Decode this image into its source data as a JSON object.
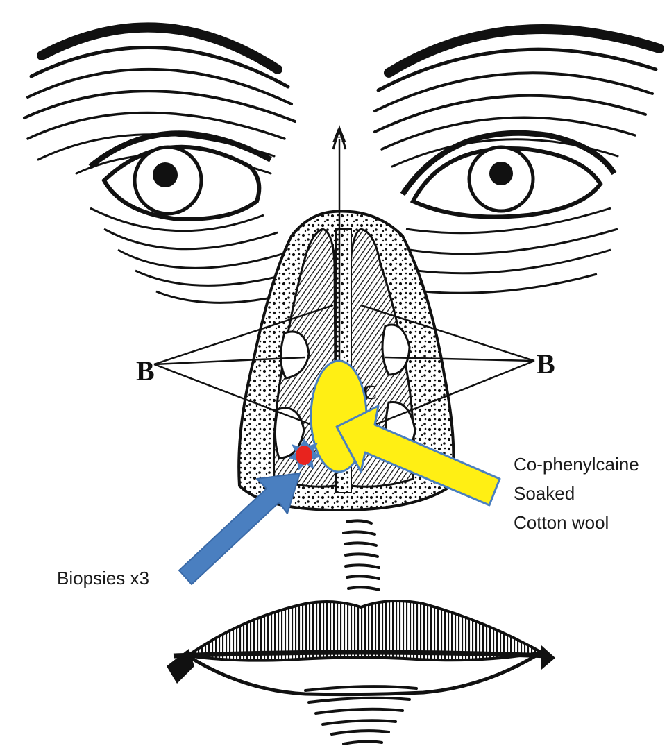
{
  "diagram": {
    "point_labels": {
      "a": "A",
      "b_left": "B",
      "b_right": "B",
      "c": "C"
    },
    "annotations": {
      "cotton_line1": "Co-phenylcaine",
      "cotton_line2": "Soaked",
      "cotton_line3": "Cotton wool",
      "biopsies": "Biopsies x3"
    },
    "colors": {
      "cotton_wool": "#ffef14",
      "biopsy_arrow": "#4a7fc0",
      "biopsy_site": "#e8231e",
      "ink": "#111111"
    }
  }
}
